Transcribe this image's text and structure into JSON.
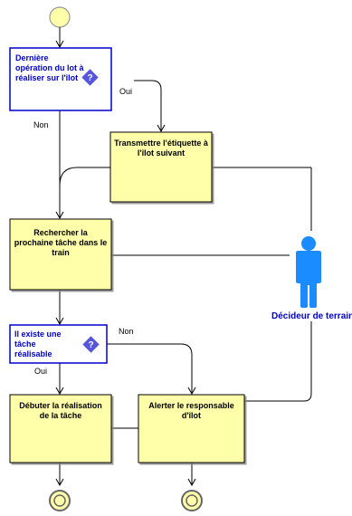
{
  "diagram": {
    "nodes": {
      "decision_last_op": {
        "label": "Dernière opération du lot à réaliser sur l'îlot"
      },
      "task_transmettre": {
        "label": "Transmettre l'étiquette à l'îlot suivant"
      },
      "task_rechercher": {
        "label": "Rechercher la prochaine tâche dans le train"
      },
      "decision_tache": {
        "label": "Il existe une tâche réalisable"
      },
      "task_debuter": {
        "label": "Débuter la réalisation de la tâche"
      },
      "task_alerter": {
        "label": "Alerter le responsable d'îlot"
      }
    },
    "edges": {
      "oui_1": "Oui",
      "non_1": "Non",
      "oui_2": "Oui",
      "non_2": "Non"
    },
    "actor": {
      "label": "Décideur de terrain"
    },
    "colors": {
      "task_fill": "#ffffaa",
      "decision_fill": "#ffffff",
      "decision_border": "#0000cc",
      "start_fill": "#ffffaa",
      "actor": "#1a8cff",
      "diamond": "#5555dd"
    }
  }
}
